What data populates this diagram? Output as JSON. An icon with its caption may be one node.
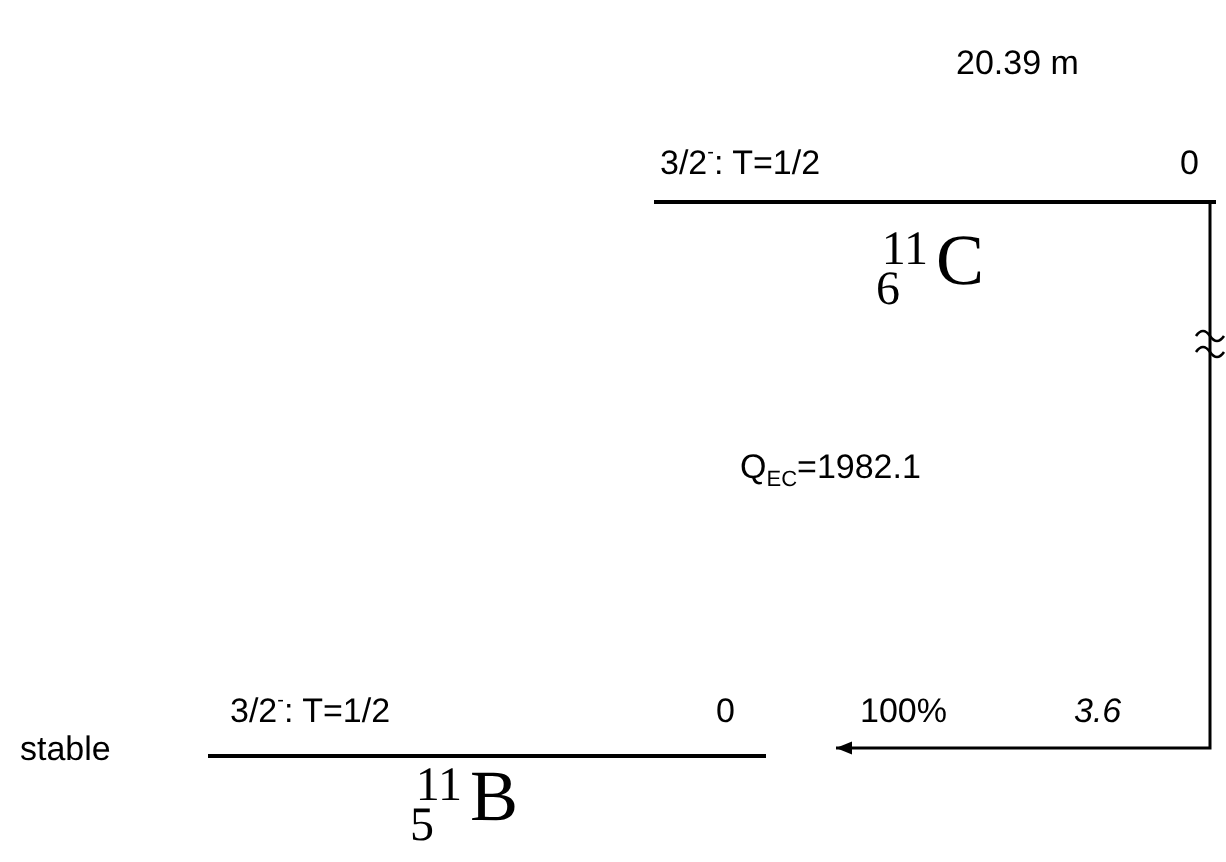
{
  "diagram": {
    "nodes": [
      {
        "text": [
          "3/2$^{-}$: T=1/2",
          "0"
        ],
        "beside": [
          "20.39 m",
          "$^{11}$$_{6}$C"
        ]
      },
      {
        "text": [
          "3/2$^{-}$: T=1/2",
          "0"
        ],
        "beside": [
          "stable",
          "$^{11}$$_{5}$B"
        ]
      }
    ],
    "edges": [
      {
        "from": 0,
        "to": 1,
        "arrow": "to",
        "label": "100%"
      }
    ],
    "labels": [
      "Q$_{EC}$=1982.1",
      "3.6"
    ]
  }
}
